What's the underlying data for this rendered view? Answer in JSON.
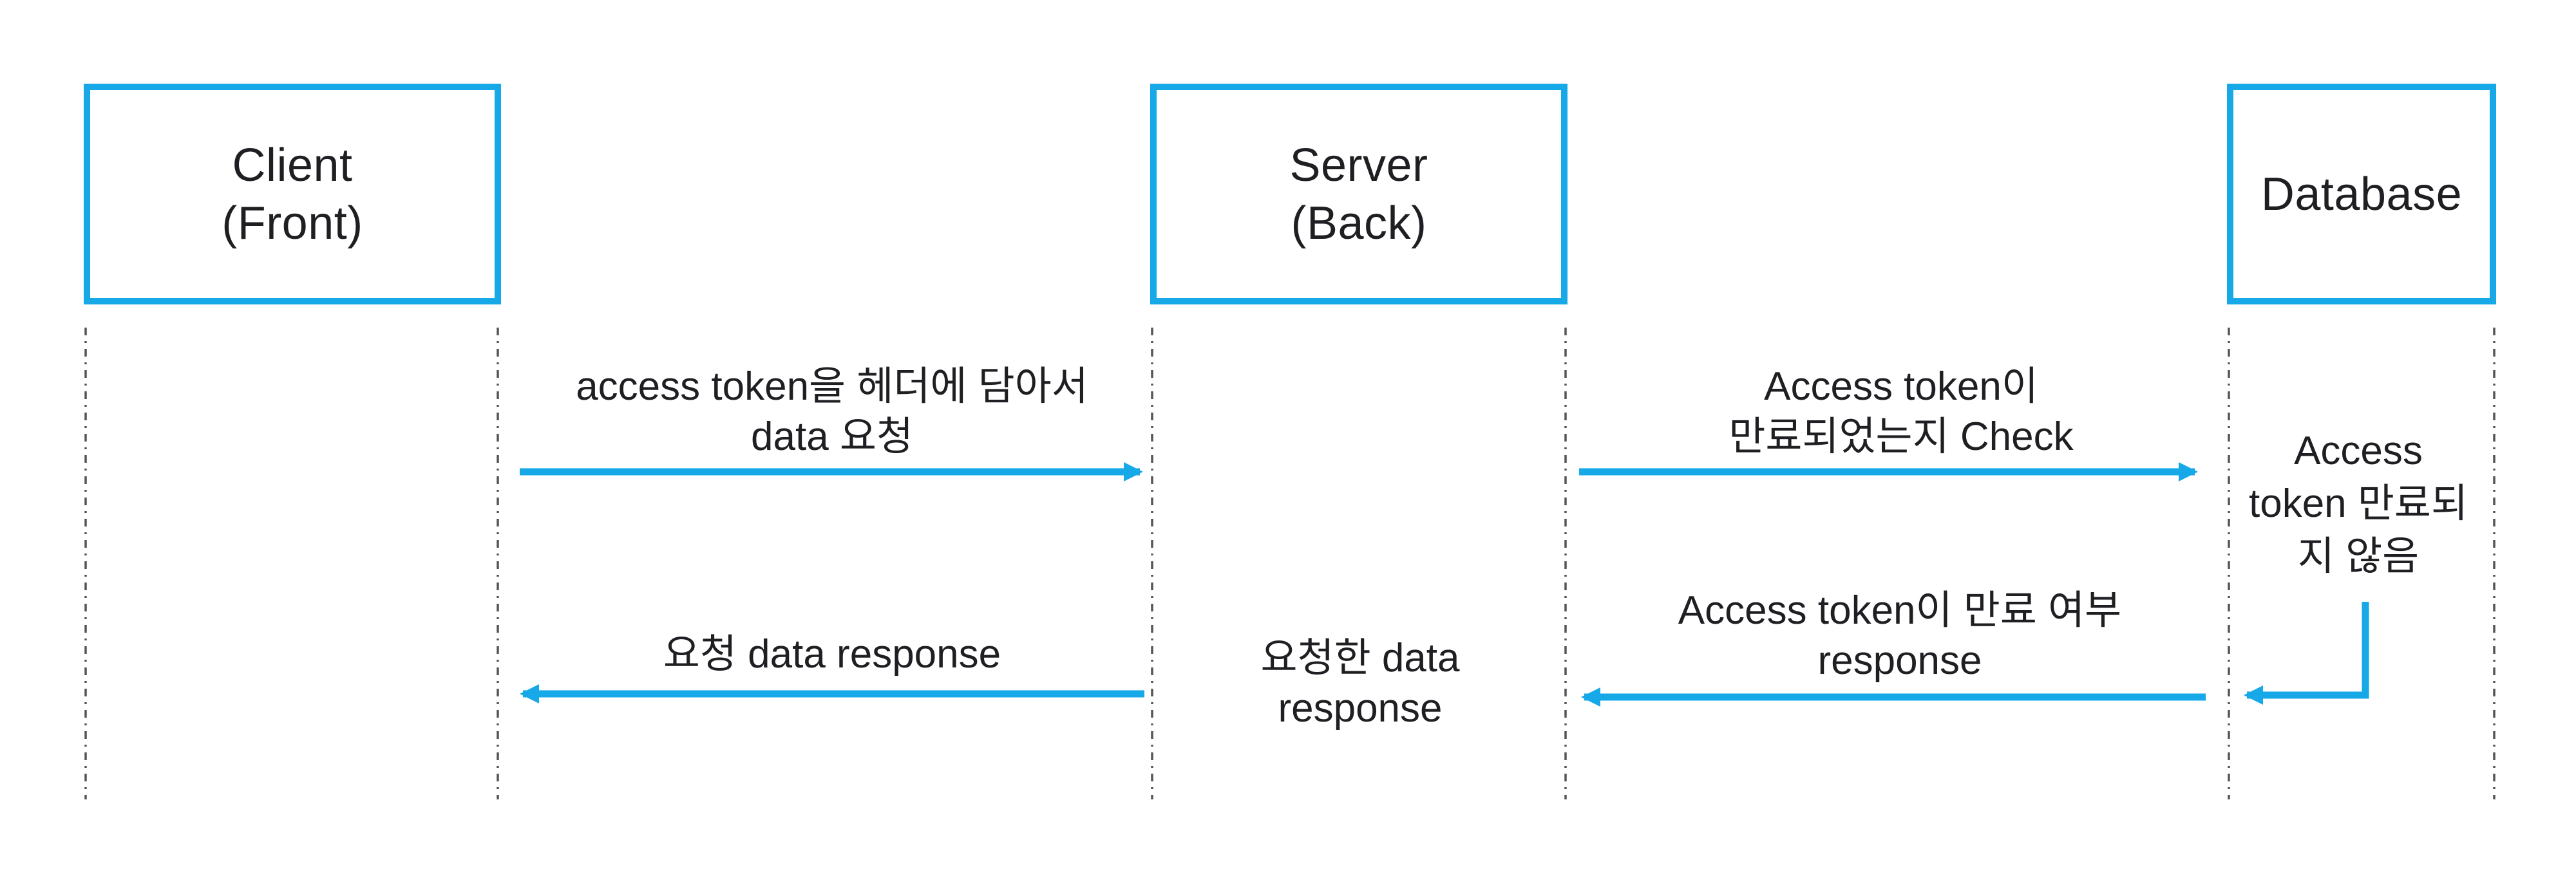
{
  "colors": {
    "accent": "#17A8E8",
    "text": "#1F1F23",
    "lifeline": "#555555",
    "bg": "#FFFFFF"
  },
  "actors": {
    "client": {
      "line1": "Client",
      "line2": "(Front)"
    },
    "server": {
      "line1": "Server",
      "line2": "(Back)"
    },
    "database": {
      "line1": "Database"
    }
  },
  "messages": {
    "request": {
      "line1": "access token을 헤더에 담아서",
      "line2": "data 요청"
    },
    "check": {
      "line1": "Access token이",
      "line2": "만료되었는지 Check"
    },
    "not_expired": {
      "line1": "Access",
      "line2": "token 만료되",
      "line3": "지 않음"
    },
    "expiry_response": {
      "line1": "Access token이 만료 여부",
      "line2": "response"
    },
    "data_response": {
      "line1": "요청 data response"
    },
    "server_response": {
      "line1": "요청한 data",
      "line2": "response"
    }
  },
  "flows": [
    {
      "from": "Client (Front)",
      "to": "Server (Back)",
      "direction": "right",
      "label": "access token을 헤더에 담아서 data 요청"
    },
    {
      "from": "Server (Back)",
      "to": "Database",
      "direction": "right",
      "label": "Access token이 만료되었는지 Check"
    },
    {
      "from": "Database",
      "to": "Database",
      "direction": "self-down-left",
      "label": "Access token 만료되지 않음"
    },
    {
      "from": "Database",
      "to": "Server (Back)",
      "direction": "left",
      "label": "Access token이 만료 여부 response"
    },
    {
      "from": "Server (Back)",
      "to": "Client (Front)",
      "direction": "left",
      "label": "요청 data response"
    }
  ]
}
